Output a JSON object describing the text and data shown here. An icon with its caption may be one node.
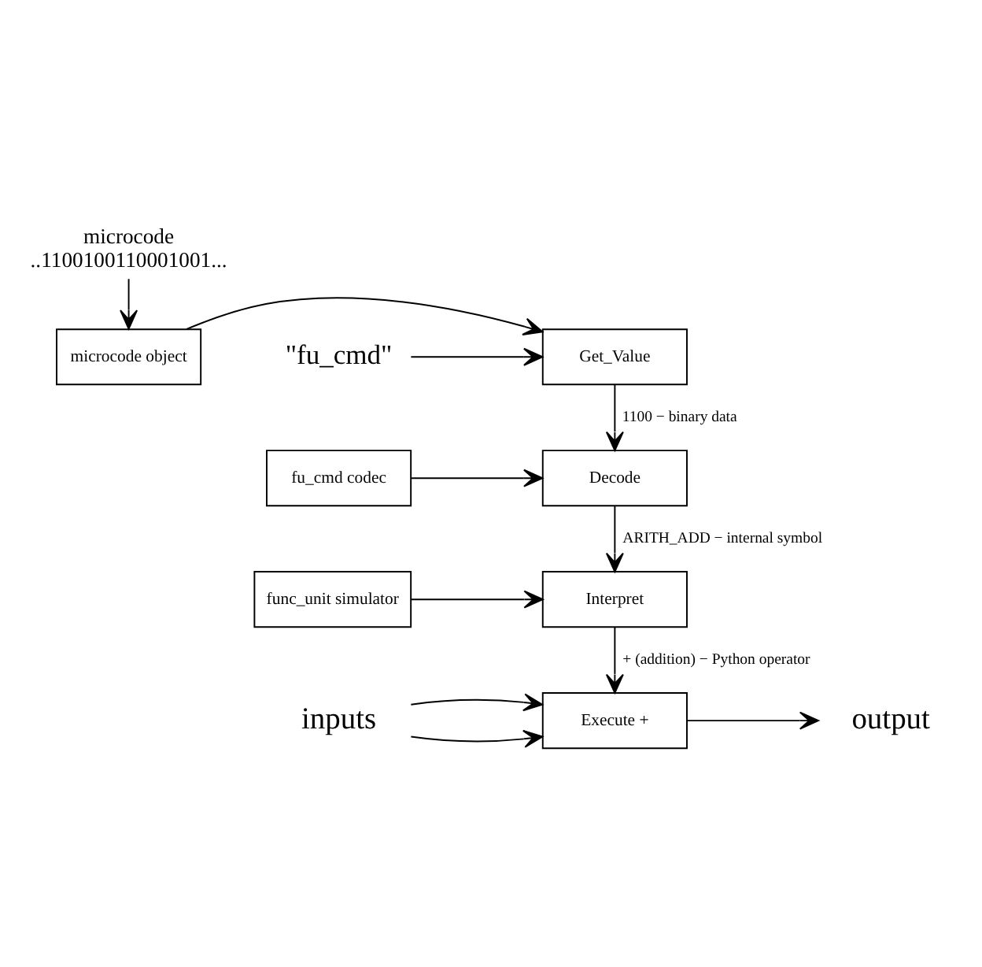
{
  "diagram": {
    "nodes": [
      {
        "text": [
          "microcode",
          "..1100100110001001..."
        ]
      },
      {
        "text": [
          "microcode object"
        ]
      },
      {
        "text": [
          "Get_Value"
        ]
      },
      {
        "text": [
          "\"fu_cmd\""
        ]
      },
      {
        "text": [
          "fu_cmd codec"
        ]
      },
      {
        "text": [
          "Decode"
        ]
      },
      {
        "text": [
          "func_unit simulator"
        ]
      },
      {
        "text": [
          "Interpret"
        ]
      },
      {
        "text": [
          "inputs"
        ]
      },
      {
        "text": [
          "Execute +"
        ]
      },
      {
        "text": [
          "output"
        ]
      }
    ],
    "edges": [
      {
        "from": 0,
        "to": 1,
        "arrow": "to"
      },
      {
        "from": 1,
        "to": 2,
        "arrow": "to"
      },
      {
        "from": 3,
        "to": 2,
        "arrow": "to"
      },
      {
        "from": 2,
        "to": 5,
        "arrow": "to",
        "label": "1100 − binary data"
      },
      {
        "from": 4,
        "to": 5,
        "arrow": "to"
      },
      {
        "from": 5,
        "to": 7,
        "arrow": "to",
        "label": "ARITH_ADD − internal symbol"
      },
      {
        "from": 6,
        "to": 7,
        "arrow": "to"
      },
      {
        "from": 7,
        "to": 9,
        "arrow": "to",
        "label": "+ (addition) − Python operator"
      },
      {
        "from": 8,
        "to": 9,
        "arrow": "to"
      },
      {
        "from": 8,
        "to": 9,
        "arrow": "to"
      },
      {
        "from": 9,
        "to": 10,
        "arrow": "to"
      }
    ]
  }
}
